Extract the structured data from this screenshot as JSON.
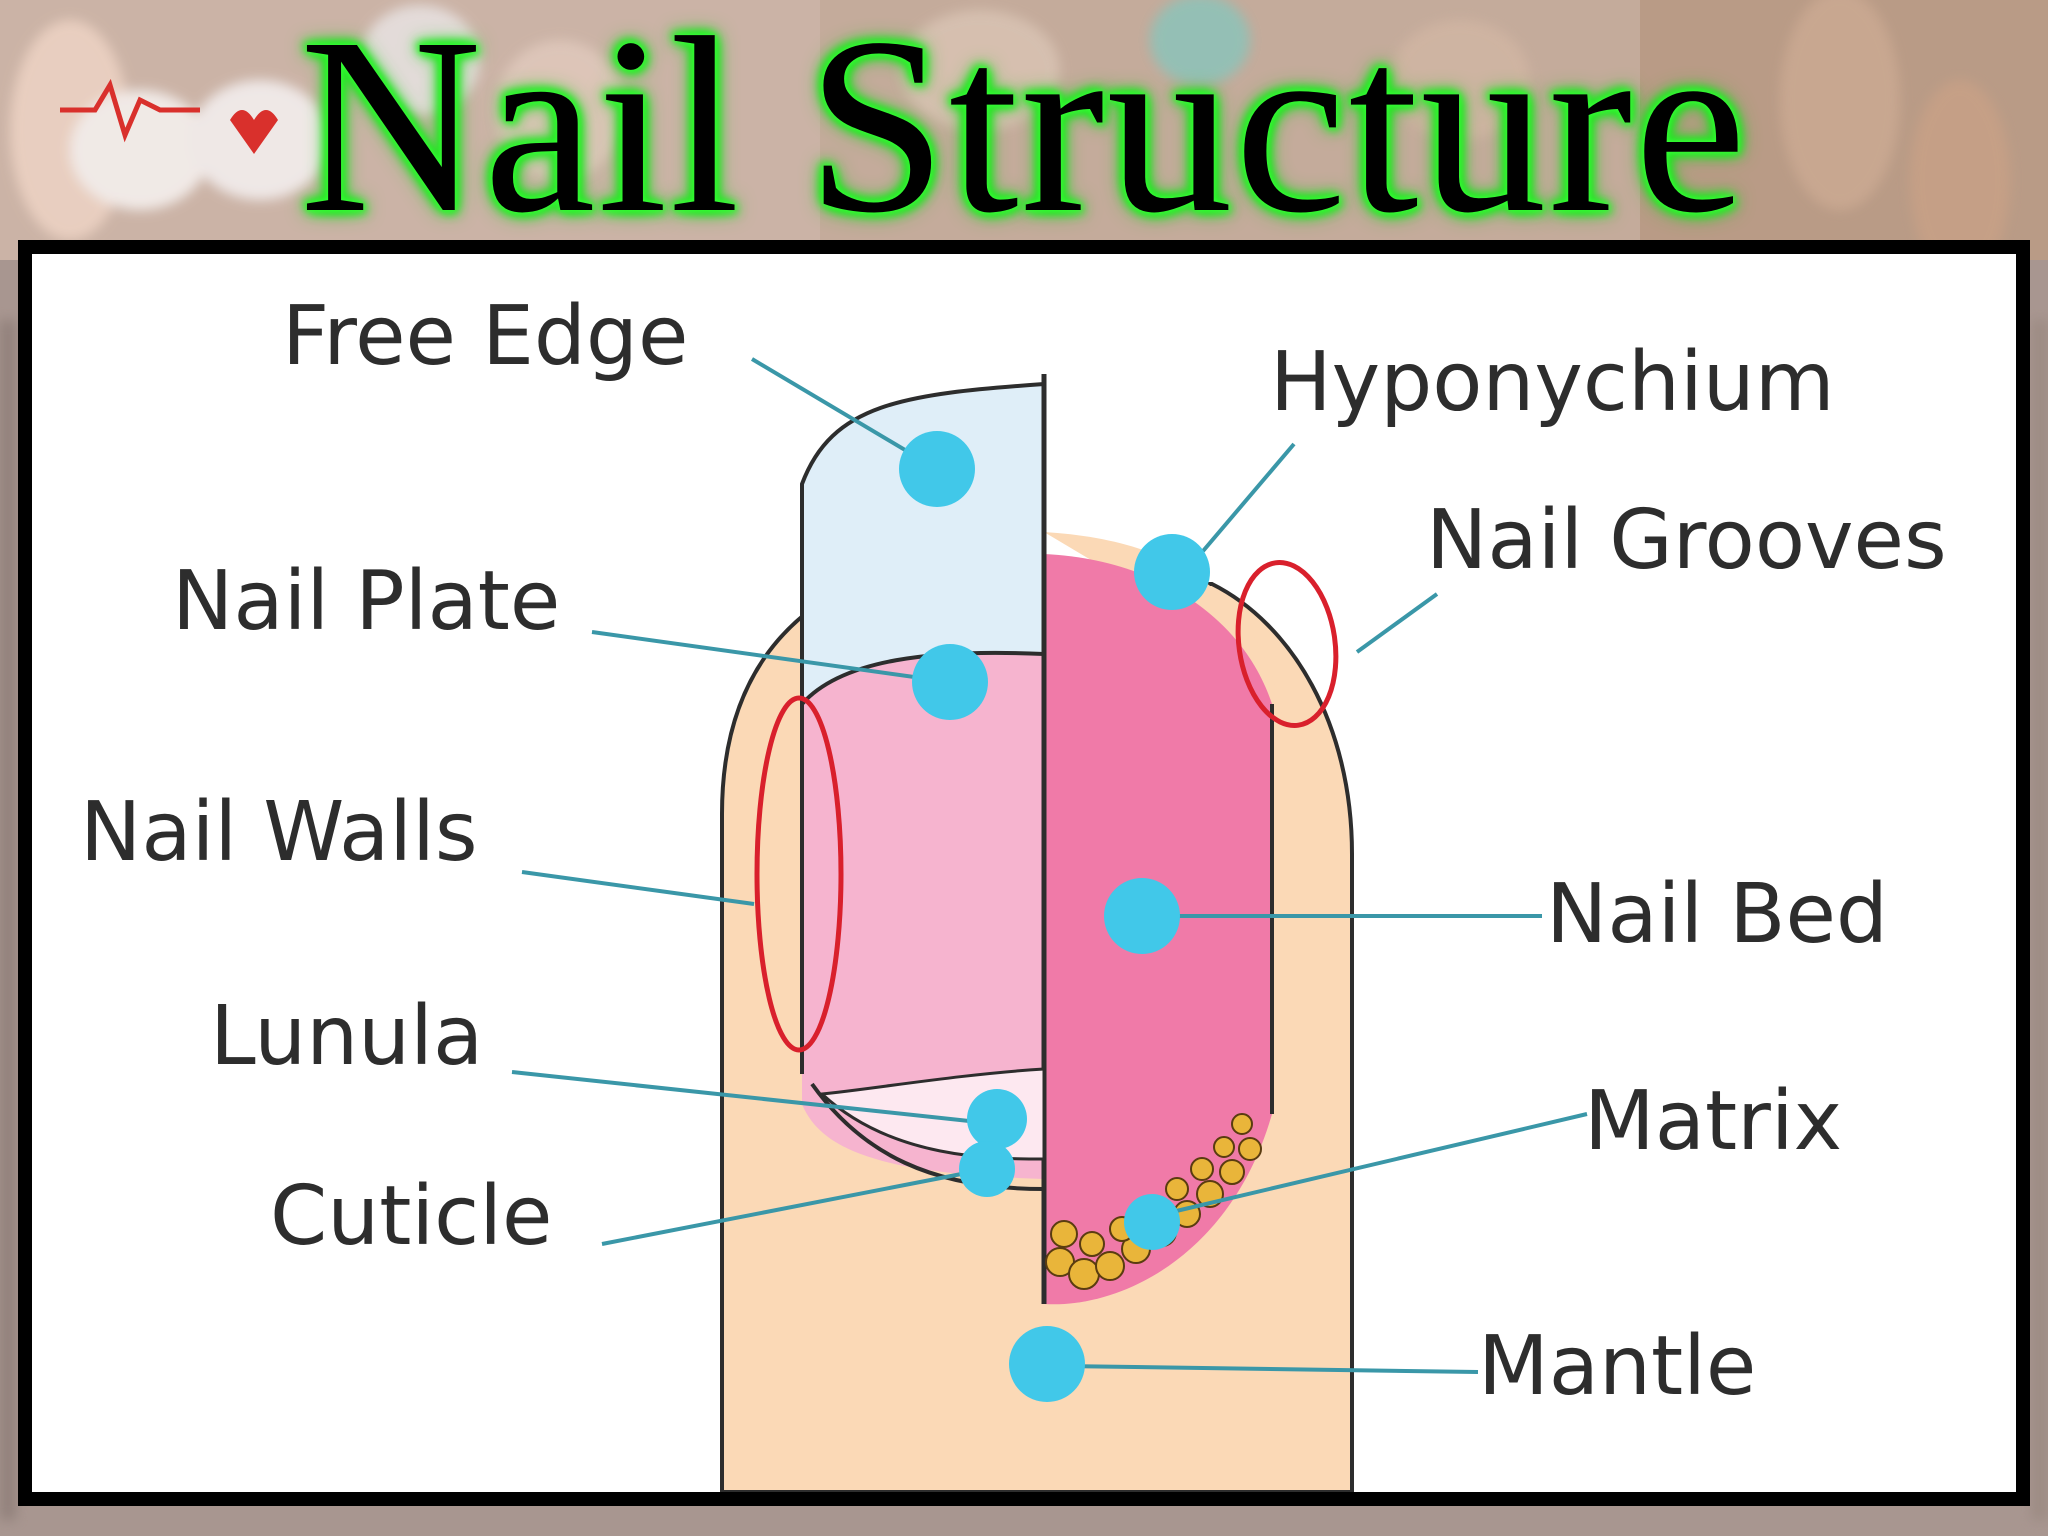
{
  "title": "Nail Structure",
  "labels": {
    "free_edge": "Free Edge",
    "nail_plate": "Nail Plate",
    "nail_walls": "Nail Walls",
    "lunula": "Lunula",
    "cuticle": "Cuticle",
    "hyponychium": "Hyponychium",
    "nail_grooves": "Nail Grooves",
    "nail_bed": "Nail Bed",
    "matrix": "Matrix",
    "mantle": "Mantle"
  },
  "colors": {
    "skin": "#fbd9b6",
    "nail_plate": "#f6b4cf",
    "nail_bed": "#f07aa8",
    "free_edge": "#dfeef8",
    "marker": "#41c8e9",
    "leader_line": "#3a97a8",
    "highlight_ring": "#d9202c",
    "matrix_cells": "#e9b53a",
    "title_glow": "#36ff36",
    "frame": "#000000"
  }
}
